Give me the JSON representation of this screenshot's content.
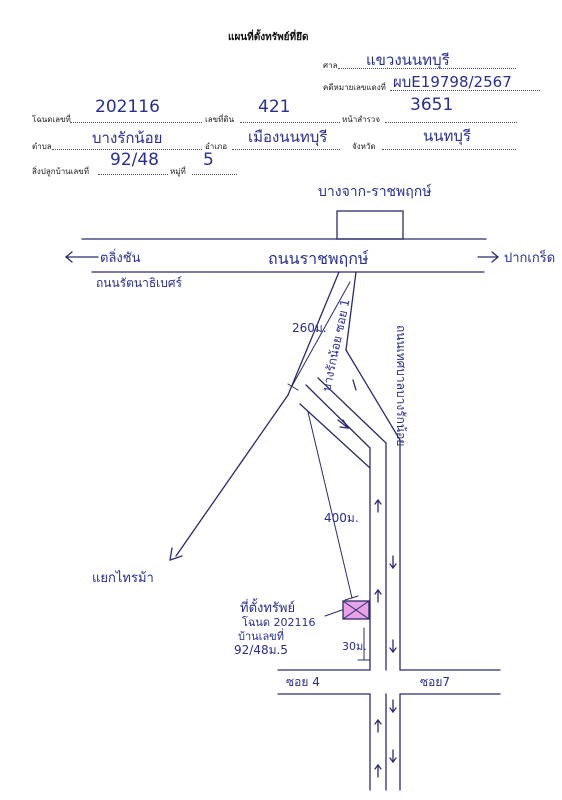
{
  "header": {
    "title": "แผนที่ตั้งทรัพย์ที่ยึด",
    "court_label": "ศาล",
    "court_value": "แขวงนนทบุรี",
    "case_label": "คดีหมายเลขแดงที่",
    "case_value": "ผบE19798/2567"
  },
  "fields": {
    "deed_label": "โฉนดเลขที่",
    "deed_value": "202116",
    "land_no_label": "เลขที่ดิน",
    "land_no_value": "421",
    "survey_label": "หน้าสำรวจ",
    "survey_value": "3651",
    "subdistrict_label": "ตำบล",
    "subdistrict_value": "บางรักน้อย",
    "district_label": "อำเภอ",
    "district_value": "เมืองนนทบุรี",
    "province_label": "จังหวัด",
    "province_value": "นนทบุรี",
    "house_label": "สิ่งปลูกบ้านเลขที่",
    "house_value": "92/48",
    "moo_label": "หมู่ที่",
    "moo_value": "5"
  },
  "map": {
    "top_label": "บางจาก-ราชพฤกษ์",
    "main_road": "ถนนราชพฤกษ์",
    "left_dest": "ตลิ่งชัน",
    "left_dest2": "ถนนรัตนาธิเบศร์",
    "right_dest": "ปากเกร็ด",
    "soi_label": "บางรักน้อย ซอย 1",
    "side_road": "ถนนเทศบาลบางรักน้อย",
    "dist_260": "260ม.",
    "dist_400": "400ม.",
    "dist_30": "30ม.",
    "junction": "แยกไทรม้า",
    "property_label": "ที่ตั้งทรัพย์",
    "property_deed": "โฉนด 202116",
    "property_house": "บ้านเลขที่",
    "property_addr": "92/48ม.5",
    "soi4": "ซอย 4",
    "soi7": "ซอย7"
  },
  "colors": {
    "ink": "#2a2f8f",
    "road": "#2b2b6b",
    "marker": "#e7a3e6"
  }
}
